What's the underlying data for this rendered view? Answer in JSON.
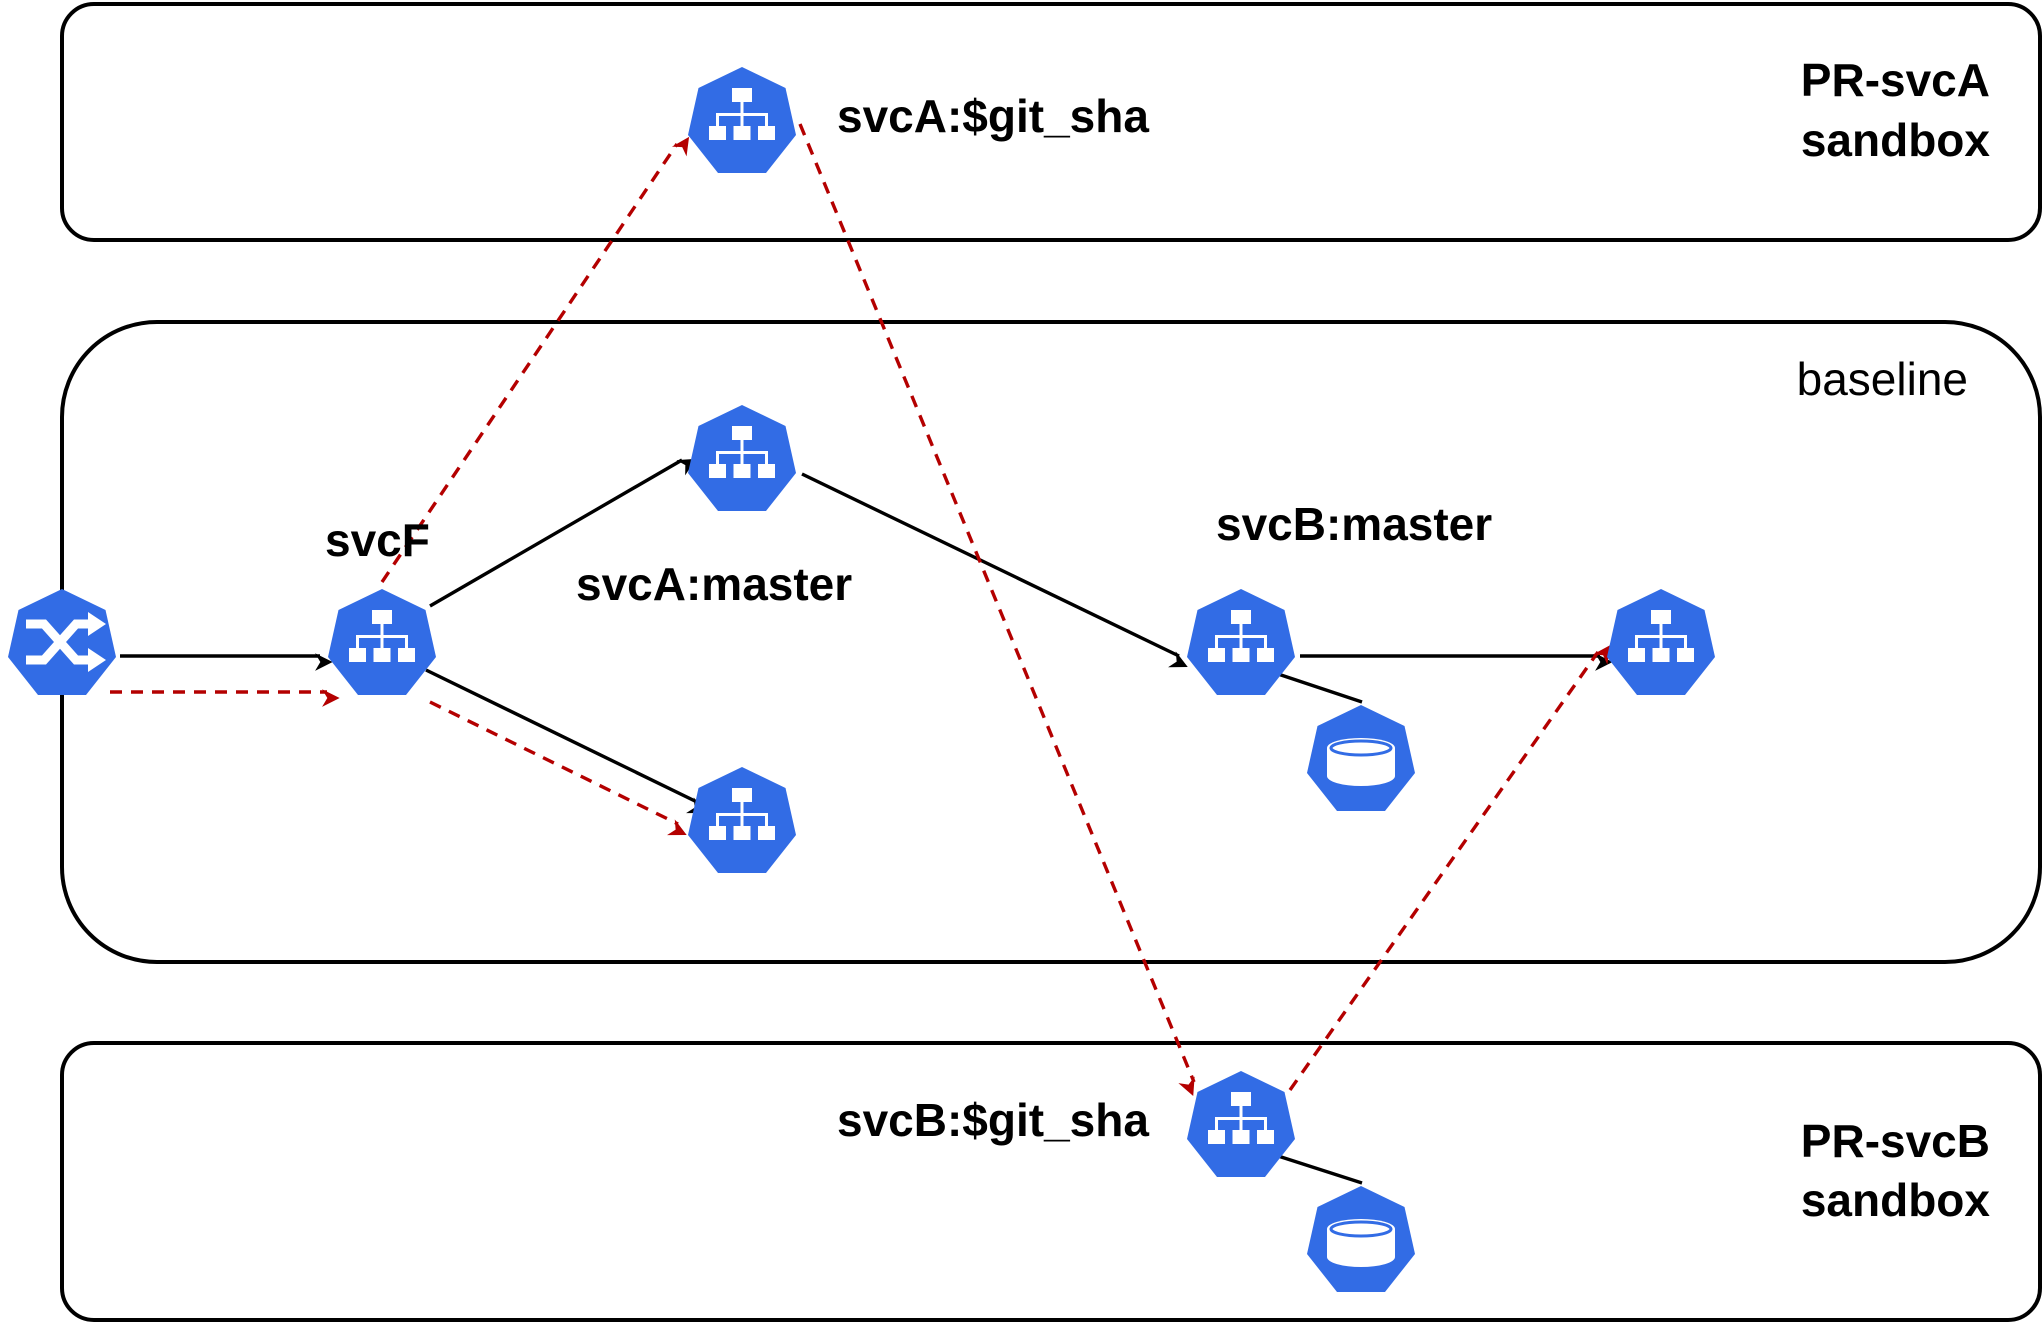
{
  "zones": {
    "pr_svca": {
      "line1": "PR-svcA",
      "line2": "sandbox"
    },
    "baseline": {
      "label": "baseline"
    },
    "pr_svcb": {
      "line1": "PR-svcB",
      "line2": "sandbox"
    }
  },
  "nodes": {
    "svca_git_sha": {
      "label": "svcA:$git_sha",
      "icon": "k8s-service-icon"
    },
    "svcf": {
      "label": "svcF",
      "icon": "k8s-service-icon"
    },
    "svca_master": {
      "label": "svcA:master",
      "icon": "k8s-service-icon"
    },
    "svcb_master": {
      "label": "svcB:master",
      "icon": "k8s-service-icon"
    },
    "svcb_git_sha": {
      "label": "svcB:$git_sha",
      "icon": "k8s-service-icon"
    },
    "ingress": {
      "icon": "k8s-ingress-icon"
    },
    "downstream": {
      "icon": "k8s-service-icon"
    },
    "bottom_service": {
      "icon": "k8s-service-icon"
    },
    "db_baseline": {
      "icon": "k8s-pv-database-icon"
    },
    "db_sandbox": {
      "icon": "k8s-pv-database-icon"
    }
  },
  "colors": {
    "k8s_blue": "#326ce5",
    "dashed_route": "#b40000",
    "solid_route": "#000000"
  }
}
